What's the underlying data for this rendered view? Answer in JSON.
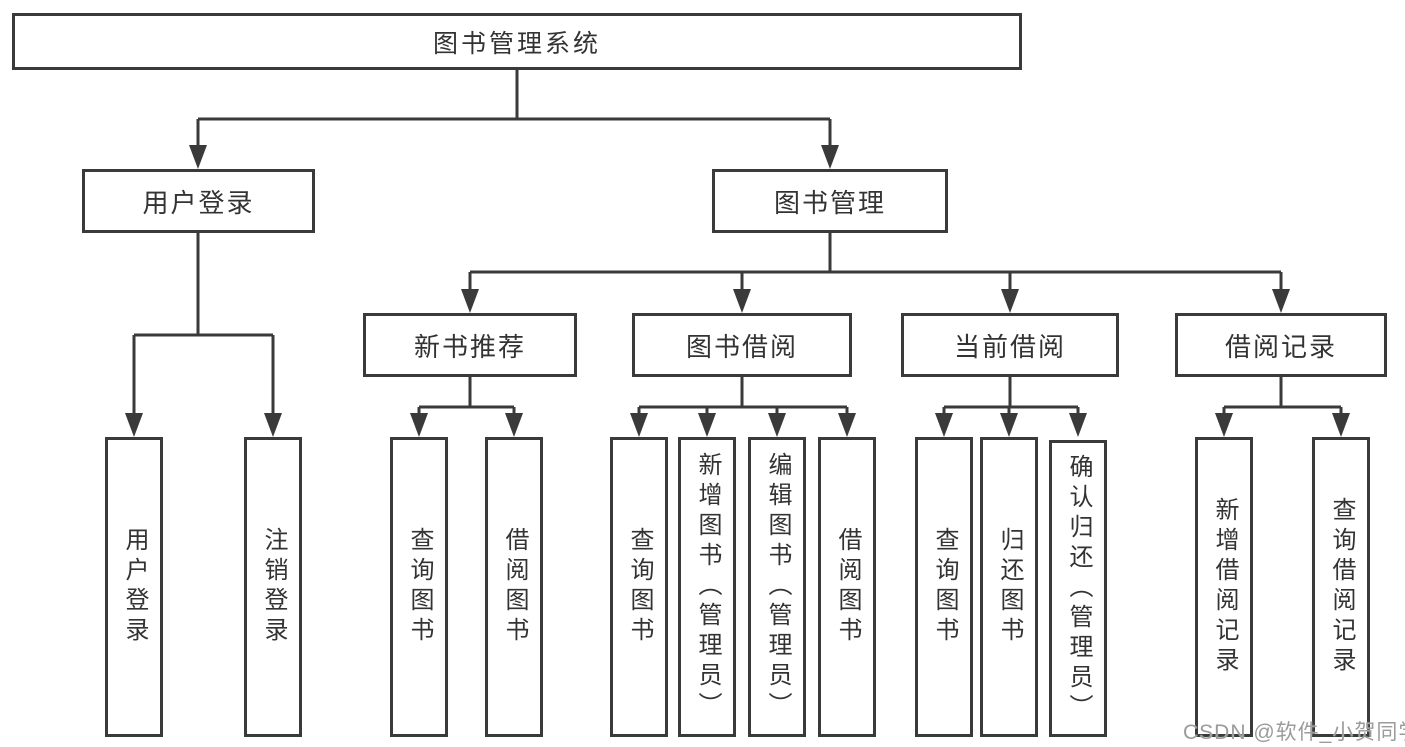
{
  "root": {
    "label": "图书管理系统"
  },
  "user_login": {
    "label": "用户登录",
    "children": [
      {
        "label": "用户登录"
      },
      {
        "label": "注销登录"
      }
    ]
  },
  "book_management": {
    "label": "图书管理",
    "modules": [
      {
        "label": "新书推荐",
        "children": [
          {
            "label": "查询图书"
          },
          {
            "label": "借阅图书"
          }
        ]
      },
      {
        "label": "图书借阅",
        "children": [
          {
            "label": "查询图书"
          },
          {
            "label": "新增图书（管理员）"
          },
          {
            "label": "编辑图书（管理员）"
          },
          {
            "label": "借阅图书"
          }
        ]
      },
      {
        "label": "当前借阅",
        "children": [
          {
            "label": "查询图书"
          },
          {
            "label": "归还图书"
          },
          {
            "label": "确认归还（管理员）"
          }
        ]
      },
      {
        "label": "借阅记录",
        "children": [
          {
            "label": "新增借阅记录"
          },
          {
            "label": "查询借阅记录"
          }
        ]
      }
    ]
  },
  "watermark": {
    "text": "CSDN @软件_小贺同学"
  },
  "colors": {
    "line": "#3a3a3a",
    "text": "#333333",
    "box_background": "#ffffff",
    "watermark": "#9b9b9b"
  }
}
